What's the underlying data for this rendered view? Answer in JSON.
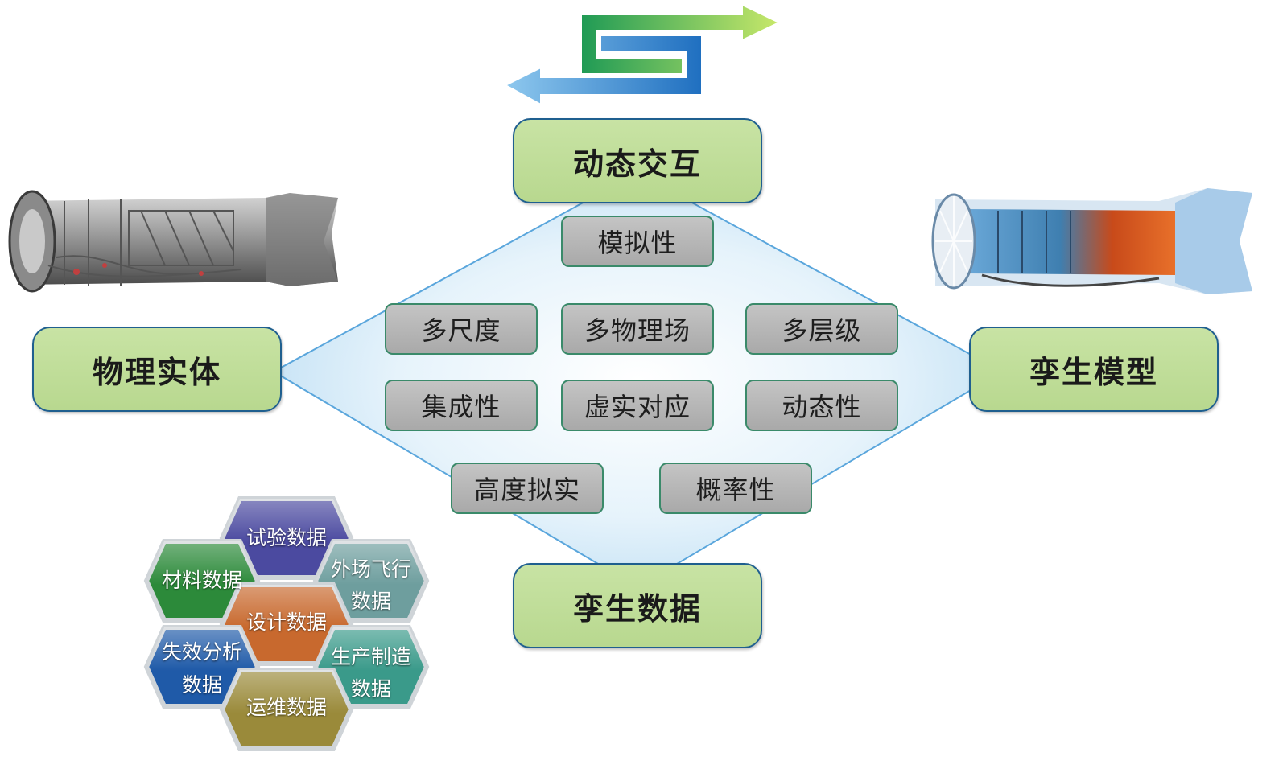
{
  "nodes": {
    "dynamic_interaction": "动态交互",
    "physical_entity": "物理实体",
    "twin_model": "孪生模型",
    "twin_data": "孪生数据"
  },
  "properties": {
    "simulation": "模拟性",
    "multi_scale": "多尺度",
    "multi_physics": "多物理场",
    "multi_level": "多层级",
    "integration": "集成性",
    "virtual_real": "虚实对应",
    "dynamic": "动态性",
    "high_fidelity": "高度拟实",
    "probabilistic": "概率性"
  },
  "data_types": {
    "test": "试验数据",
    "material": "材料数据",
    "field_flight_l1": "外场飞行",
    "field_flight_l2": "数据",
    "design": "设计数据",
    "failure_l1": "失效分析",
    "failure_l2": "数据",
    "production_l1": "生产制造",
    "production_l2": "数据",
    "maintenance": "运维数据"
  },
  "colors": {
    "node_fill": "#c0df98",
    "node_border": "#1f5f8f",
    "property_fill": "#b5b5b5",
    "property_border": "#3a8a6a",
    "diamond_fill": "#d5ebf9",
    "hex_test": "#4b4aa0",
    "hex_material": "#2c8a3a",
    "hex_field": "#6e9e9e",
    "hex_design": "#c8692e",
    "hex_failure": "#1f5aa8",
    "hex_production": "#3a9a8a",
    "hex_maintenance": "#9a8a3a",
    "arrow_green": "#2f9a4a",
    "arrow_blue": "#2f7fc8"
  }
}
